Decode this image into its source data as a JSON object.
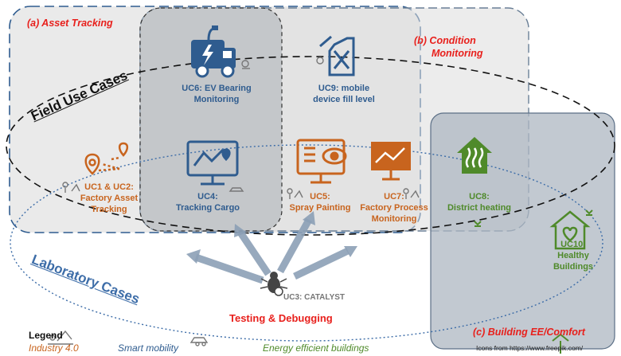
{
  "regions": {
    "asset_tracking": "(a) Asset Tracking",
    "condition_monitoring_line1": "(b) Condition",
    "condition_monitoring_line2": "Monitoring",
    "building": "(c) Building EE/Comfort"
  },
  "field_use_cases": "Field Use Cases",
  "laboratory_cases": "Laboratory Cases",
  "use_cases": {
    "uc6": [
      "UC6: EV Bearing",
      "Monitoring"
    ],
    "uc9": [
      "UC9: mobile",
      "device fill level"
    ],
    "uc1_2": [
      "UC1 & UC2:",
      "Factory Asset",
      "Tracking"
    ],
    "uc4": [
      "UC4:",
      "Tracking Cargo"
    ],
    "uc5": [
      "UC5:",
      "Spray Painting"
    ],
    "uc7": [
      "UC7:",
      "Factory Process",
      "Monitoring"
    ],
    "uc8": [
      "UC8:",
      "District heating"
    ],
    "uc10": [
      "UC10:",
      "Healthy",
      "Buildings"
    ],
    "uc3": "UC3: CATALYST"
  },
  "testing": "Testing & Debugging",
  "legend": {
    "title": "Legend",
    "industry": "Industry 4.0",
    "mobility": "Smart mobility",
    "energy": "Energy efficient buildings"
  },
  "credit": "Icons from https://www.freepik.com/",
  "colors": {
    "red": "#e8201c",
    "blue": "#2f5c8f",
    "orange": "#c8641e",
    "green": "#4f8a2a",
    "gray_box": "#e4e4e4",
    "dark_box": "#bfc3c8"
  }
}
